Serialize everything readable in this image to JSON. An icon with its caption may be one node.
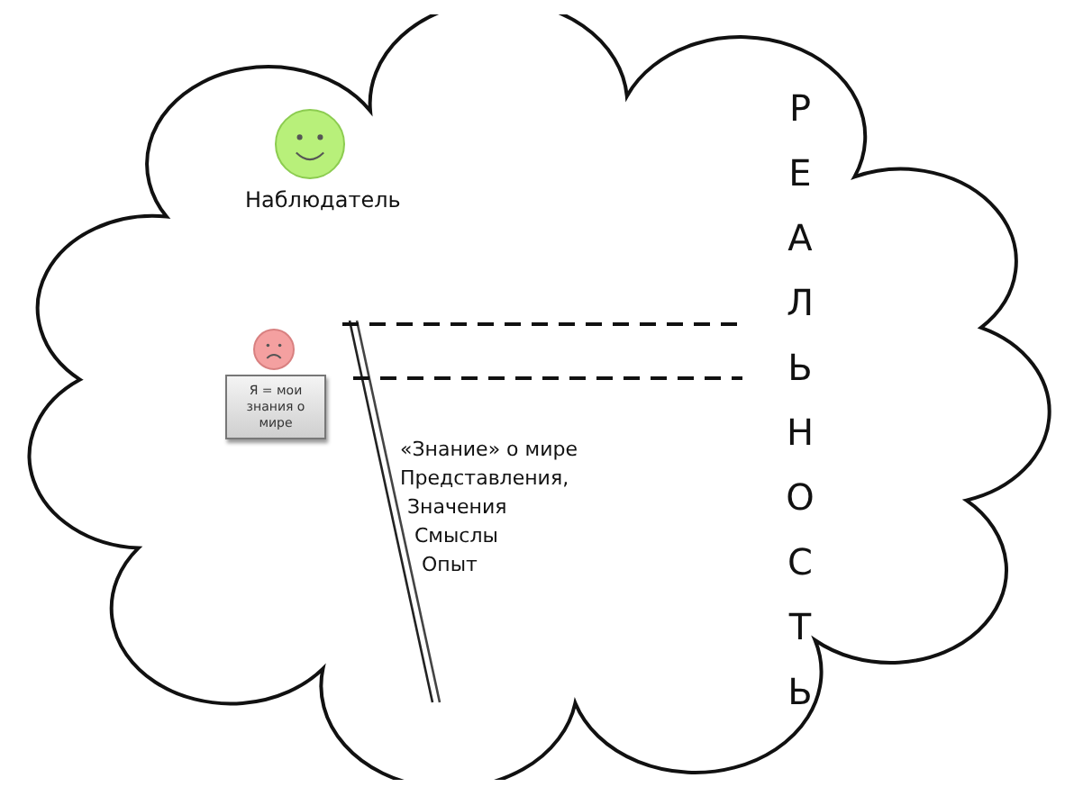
{
  "diagram": {
    "nodes": [
      {
        "text": [],
        "shape": "cloud"
      },
      {
        "text": [
          "Я = мои знания о мире"
        ],
        "in": 0
      }
    ],
    "labels": [
      "Наблюдатель",
      "«Знание» о мире",
      "Представления,",
      "Значения",
      "Смыслы",
      "Опыт",
      "РЕАЛЬНОСТЬ"
    ]
  }
}
